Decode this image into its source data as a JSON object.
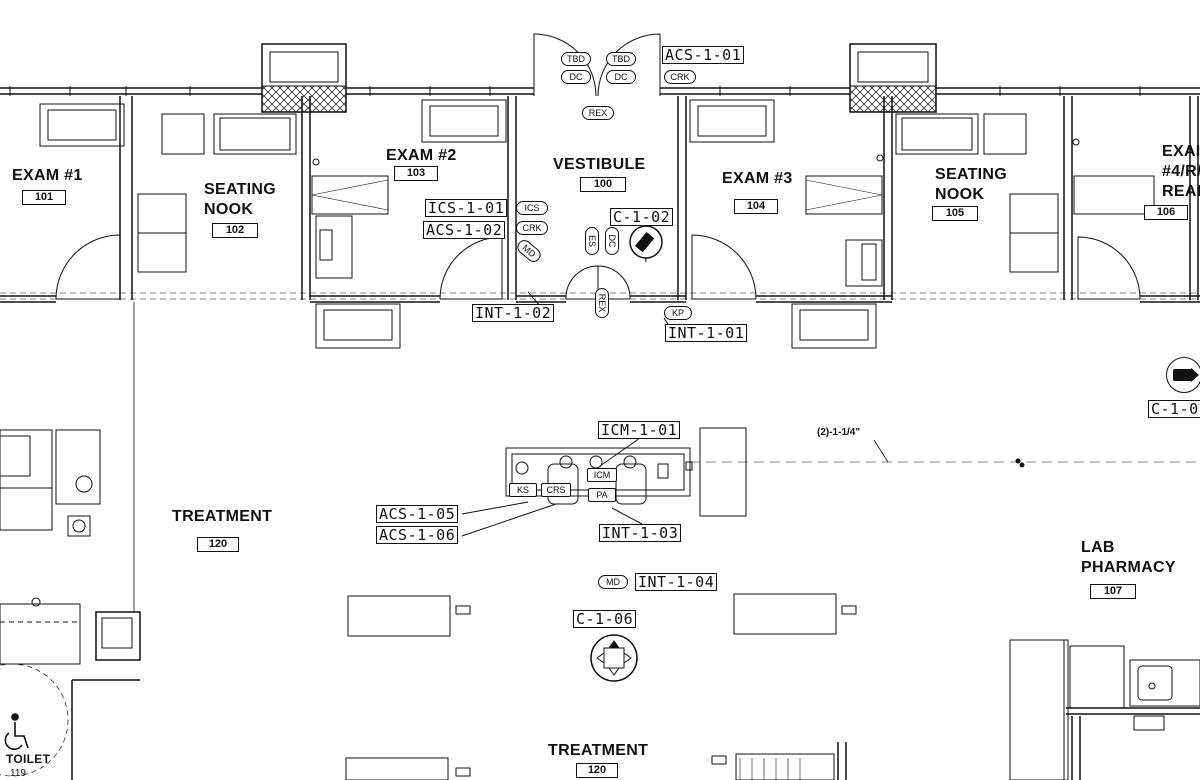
{
  "rooms": {
    "exam1": {
      "name": "EXAM #1",
      "number": "101"
    },
    "seating1": {
      "name": "SEATING\nNOOK",
      "number": "102"
    },
    "exam2": {
      "name": "EXAM #2",
      "number": "103"
    },
    "vestibule": {
      "name": "VESTIBULE",
      "number": "100"
    },
    "exam3": {
      "name": "EXAM #3",
      "number": "104"
    },
    "seating2": {
      "name": "SEATING\nNOOK",
      "number": "105"
    },
    "exam4": {
      "name": "EXAI\n#4/R/\nREAI",
      "number": "106"
    },
    "treatment1": {
      "name": "TREATMENT",
      "number": "120"
    },
    "treatment2": {
      "name": "TREATMENT",
      "number": "120"
    },
    "lab": {
      "name": "LAB\nPHARMACY",
      "number": "107"
    },
    "toilet": {
      "name": "TOILET",
      "number": "119"
    }
  },
  "tags": {
    "acs101": "ACS-1-01",
    "ics101": "ICS-1-01",
    "acs102": "ACS-1-02",
    "c102": "C-1-02",
    "int102": "INT-1-02",
    "int101": "INT-1-01",
    "c10x": "C-1-0",
    "icm101": "ICM-1-01",
    "acs105": "ACS-1-05",
    "acs106": "ACS-1-06",
    "int103": "INT-1-03",
    "int104": "INT-1-04",
    "c106": "C-1-06"
  },
  "devices": {
    "tbd1": "TBD",
    "tbd2": "TBD",
    "dc1": "DC",
    "dc2": "DC",
    "crk1": "CRK",
    "rex1": "REX",
    "ics": "ICS",
    "crk2": "CRK",
    "md1": "MD",
    "es": "ES",
    "dc3": "DC",
    "rex2": "REX",
    "kp": "KP",
    "icm": "ICM",
    "ks": "KS",
    "crs": "CRS",
    "pa": "PA",
    "md2": "MD"
  },
  "dimension": "(2)-1-1/4\"",
  "icons": [
    "camera-icon",
    "accessible-toilet-icon"
  ]
}
